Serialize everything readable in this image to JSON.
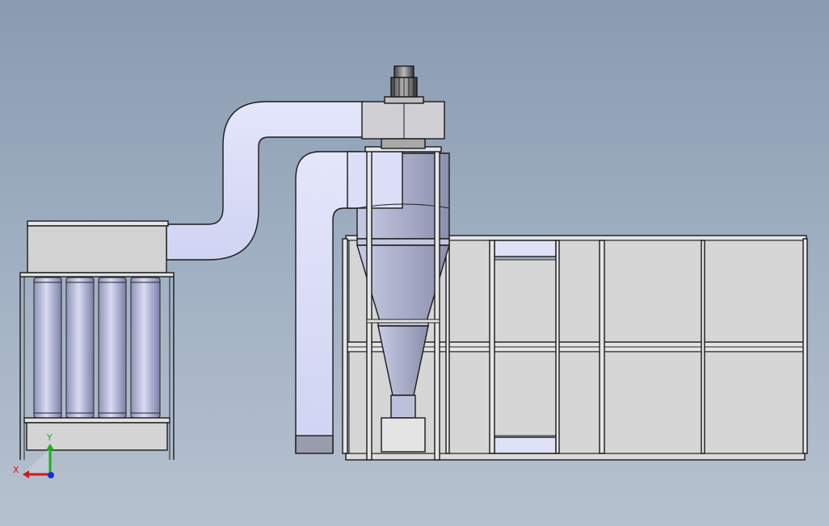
{
  "triad": {
    "x_label": "X",
    "y_label": "Y",
    "x_color": "#d01818",
    "y_color": "#18b018",
    "z_color": "#1830d0"
  },
  "colors": {
    "background_top": "#8a9bb0",
    "background_bottom": "#b6c1cf",
    "duct": "#dcdff8",
    "panel": "#d6d6d6",
    "cyclone": "#b9bcd2",
    "fan_housing": "#cfcfd4",
    "filter_cartridge": "#a8acd0"
  },
  "scene": {
    "components": [
      "duct",
      "cartridge-collector",
      "cyclone",
      "fan-motor",
      "booth"
    ]
  }
}
